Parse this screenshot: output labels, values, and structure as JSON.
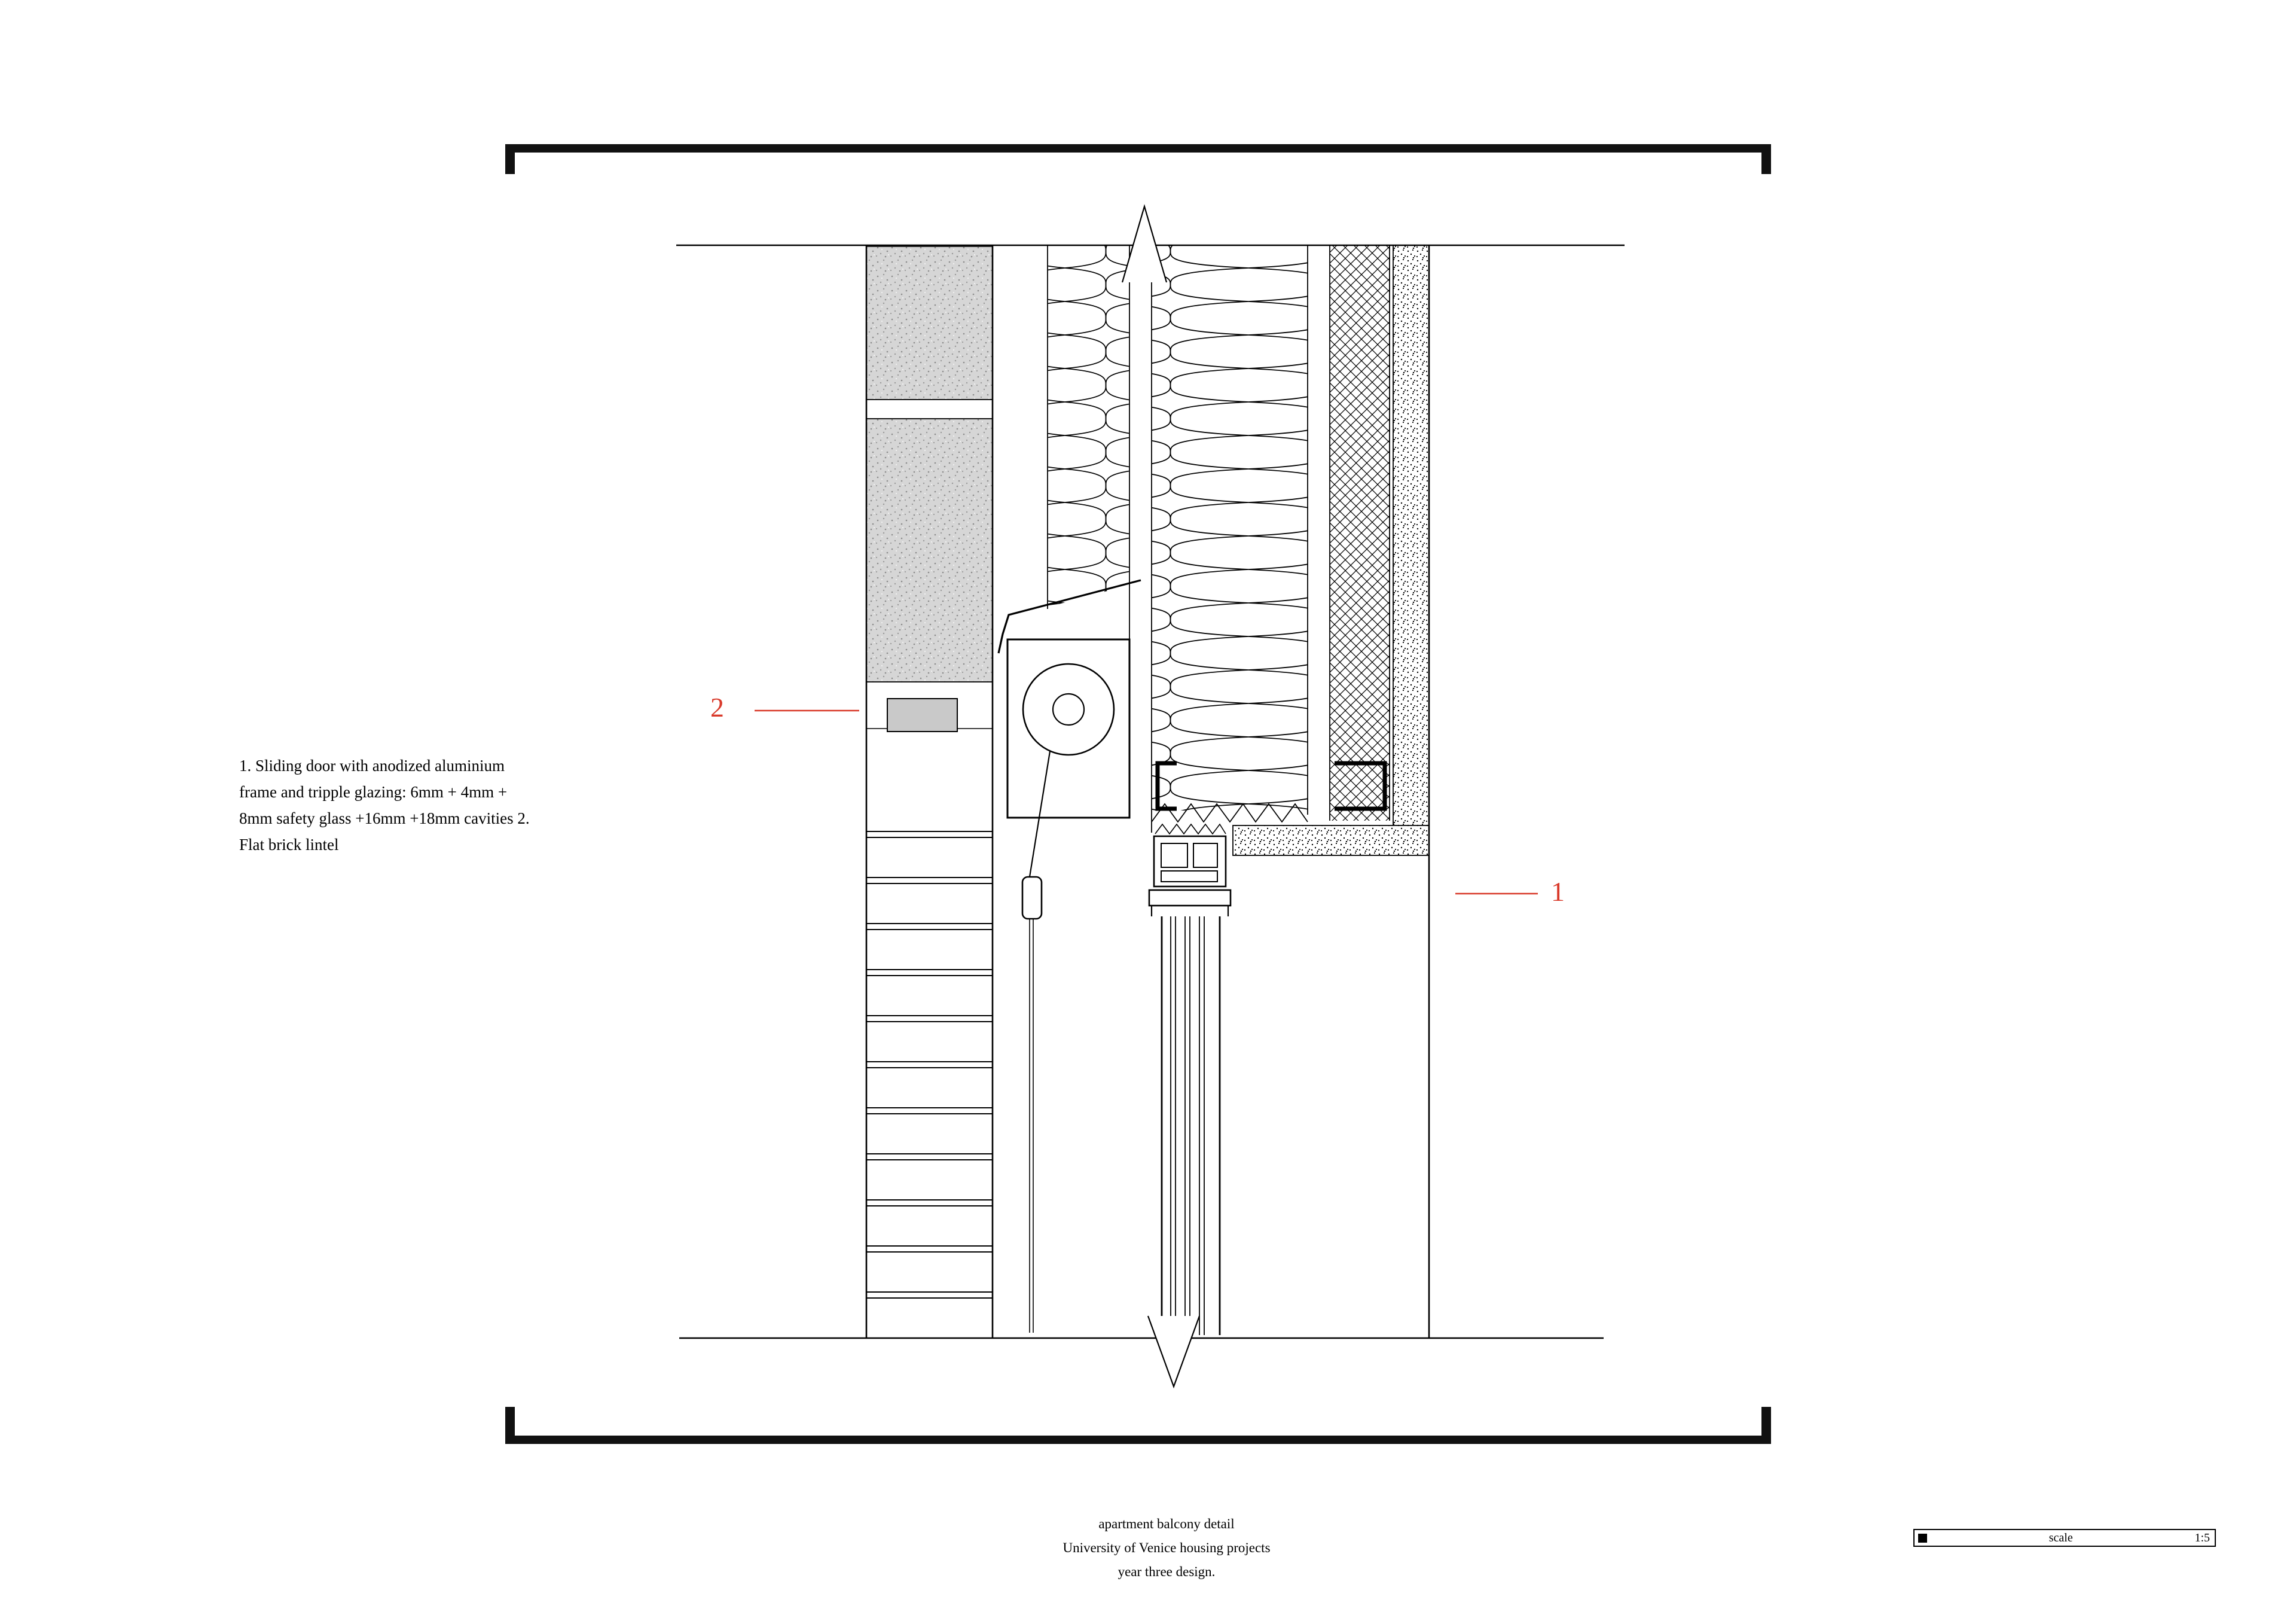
{
  "colors": {
    "accent_red": "#d93a2b",
    "line_black": "#000000",
    "masonry_gray": "#d6d6d6"
  },
  "annotation_note": {
    "line1": "1. Sliding door with anodized aluminium",
    "line2": "frame and tripple glazing: 6mm + 4mm +",
    "line3": "8mm safety glass +16mm +18mm cavities 2.",
    "line4": "Flat brick lintel"
  },
  "callouts": {
    "door": "1",
    "lintel": "2"
  },
  "title_block": {
    "line1": "apartment balcony detail",
    "line2": "University of Venice housing projects",
    "line3": "year three design."
  },
  "scale_bar": {
    "label": "scale",
    "ratio": "1:5"
  }
}
